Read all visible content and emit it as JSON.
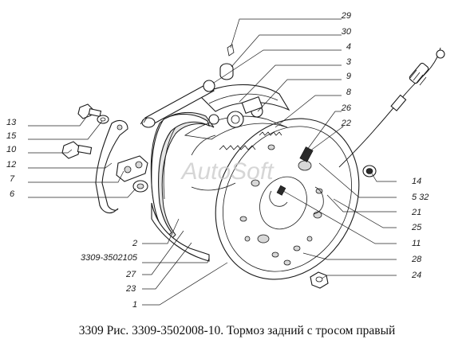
{
  "caption": "3309 Рис. 3309-3502008-10. Тормоз задний с тросом правый",
  "watermark": "AutoSoft",
  "callouts": {
    "c29": "29",
    "c30": "30",
    "c4": "4",
    "c3": "3",
    "c9": "9",
    "c8": "8",
    "c26": "26",
    "c22": "22",
    "c13": "13",
    "c15": "15",
    "c10": "10",
    "c12": "12",
    "c7": "7",
    "c6": "6",
    "c14": "14",
    "c5_32": "5 32",
    "c21": "21",
    "c25": "25",
    "c11": "11",
    "c28": "28",
    "c24": "24",
    "c2": "2",
    "c_part": "3309-3502105",
    "c27": "27",
    "c23": "23",
    "c1": "1"
  }
}
